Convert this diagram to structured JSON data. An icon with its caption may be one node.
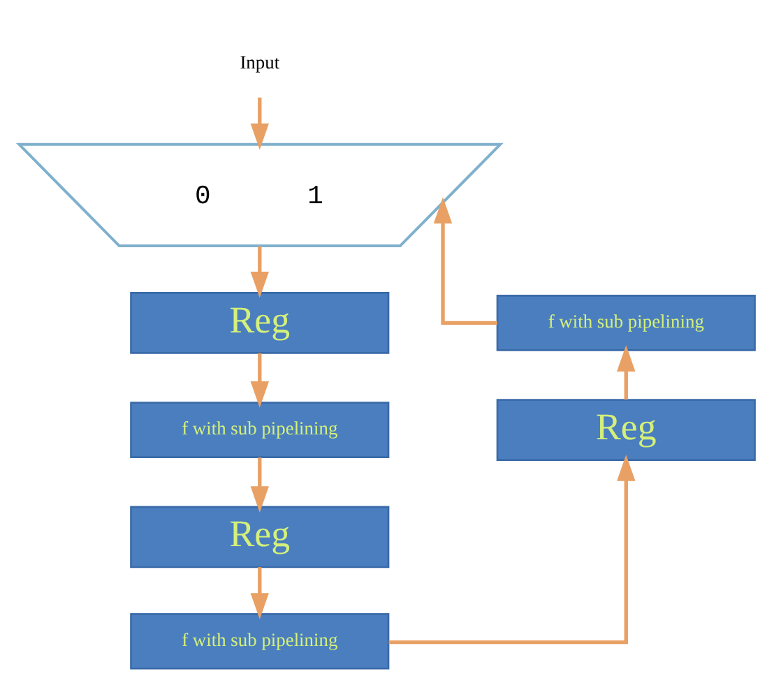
{
  "diagram": {
    "nodes": [
      {
        "text": [
          "Input"
        ]
      },
      {
        "text": [
          "0",
          "1"
        ]
      },
      {
        "text": [
          "Reg"
        ]
      },
      {
        "text": [
          "f with sub pipelining"
        ]
      },
      {
        "text": [
          "Reg"
        ]
      },
      {
        "text": [
          "f with sub pipelining"
        ]
      },
      {
        "text": [
          "Reg"
        ]
      },
      {
        "text": [
          "f with sub pipelining"
        ]
      }
    ],
    "edges": [
      {
        "from": 0,
        "to": 1,
        "arrow": "to"
      },
      {
        "from": 1,
        "to": 2,
        "arrow": "to"
      },
      {
        "from": 2,
        "to": 3,
        "arrow": "to"
      },
      {
        "from": 3,
        "to": 4,
        "arrow": "to"
      },
      {
        "from": 4,
        "to": 5,
        "arrow": "to"
      },
      {
        "from": 5,
        "to": 6,
        "arrow": "to"
      },
      {
        "from": 6,
        "to": 7,
        "arrow": "to"
      },
      {
        "from": 7,
        "to": 1,
        "arrow": "to"
      }
    ]
  }
}
